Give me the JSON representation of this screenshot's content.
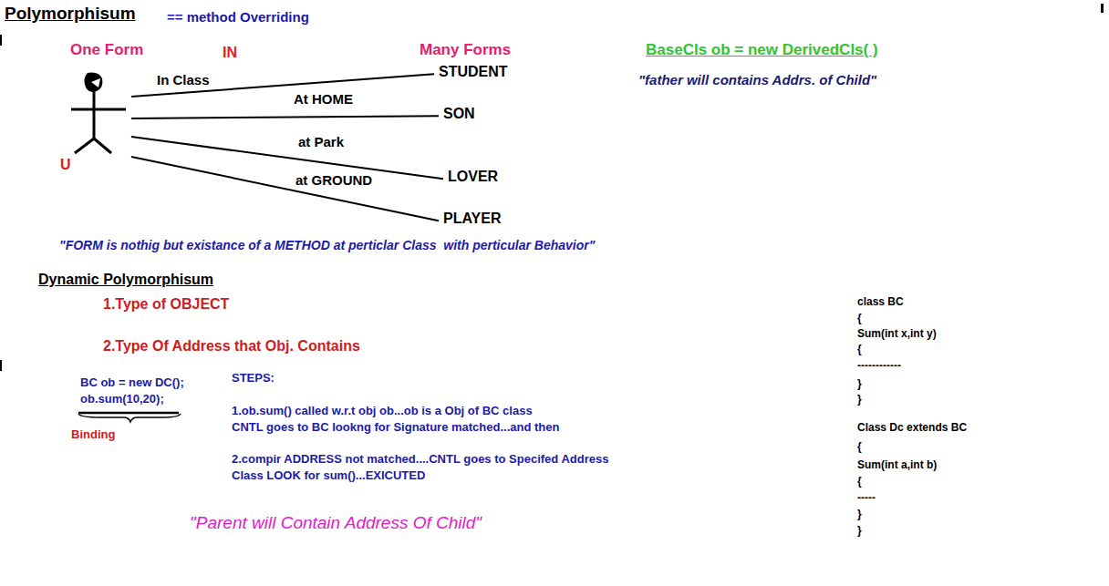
{
  "diagram": {
    "title": "Polymorphisum",
    "nodes": [
      {
        "text": [
          "U"
        ]
      },
      {
        "text": [
          "STUDENT"
        ]
      },
      {
        "text": [
          "SON"
        ]
      },
      {
        "text": [
          "LOVER"
        ]
      },
      {
        "text": [
          "PLAYER"
        ]
      }
    ],
    "edges": [
      {
        "from": 0,
        "to": 1,
        "label": "In Class",
        "arrow": "none"
      },
      {
        "from": 0,
        "to": 2,
        "label": "At HOME",
        "arrow": "none"
      },
      {
        "from": 0,
        "to": 3,
        "label": "at Park",
        "arrow": "none"
      },
      {
        "from": 0,
        "to": 4,
        "label": "at GROUND",
        "arrow": "none"
      }
    ],
    "labels": [
      "== method Overriding",
      "One Form",
      "IN",
      "Many Forms",
      "BaseCls ob = new DerivedCls( )",
      "\"father will contains Addrs. of Child\"",
      "\"FORM is nothig but existance of a METHOD at perticlar Class  with perticular Behavior\"",
      "Dynamic Polymorphisum",
      "1.Type of OBJECT",
      "2.Type Of Address that Obj. Contains",
      "BC ob = new DC();",
      "ob.sum(10,20);",
      "Binding",
      "STEPS:",
      "1.ob.sum() called w.r.t obj ob...ob is a Obj of BC class",
      "CNTL goes to BC lookng for Signature matched...and then",
      "2.compir ADDRESS not matched....CNTL goes to Specifed Address",
      "Class LOOK for sum()...EXICUTED",
      "\"Parent will Contain Address Of Child\"",
      "class BC",
      "{",
      "Sum(int x,int y)",
      "{",
      "------------",
      "}",
      "}",
      "Class Dc extends BC",
      "{",
      "Sum(int a,int b)",
      "{",
      "-----",
      "}",
      "}"
    ]
  }
}
